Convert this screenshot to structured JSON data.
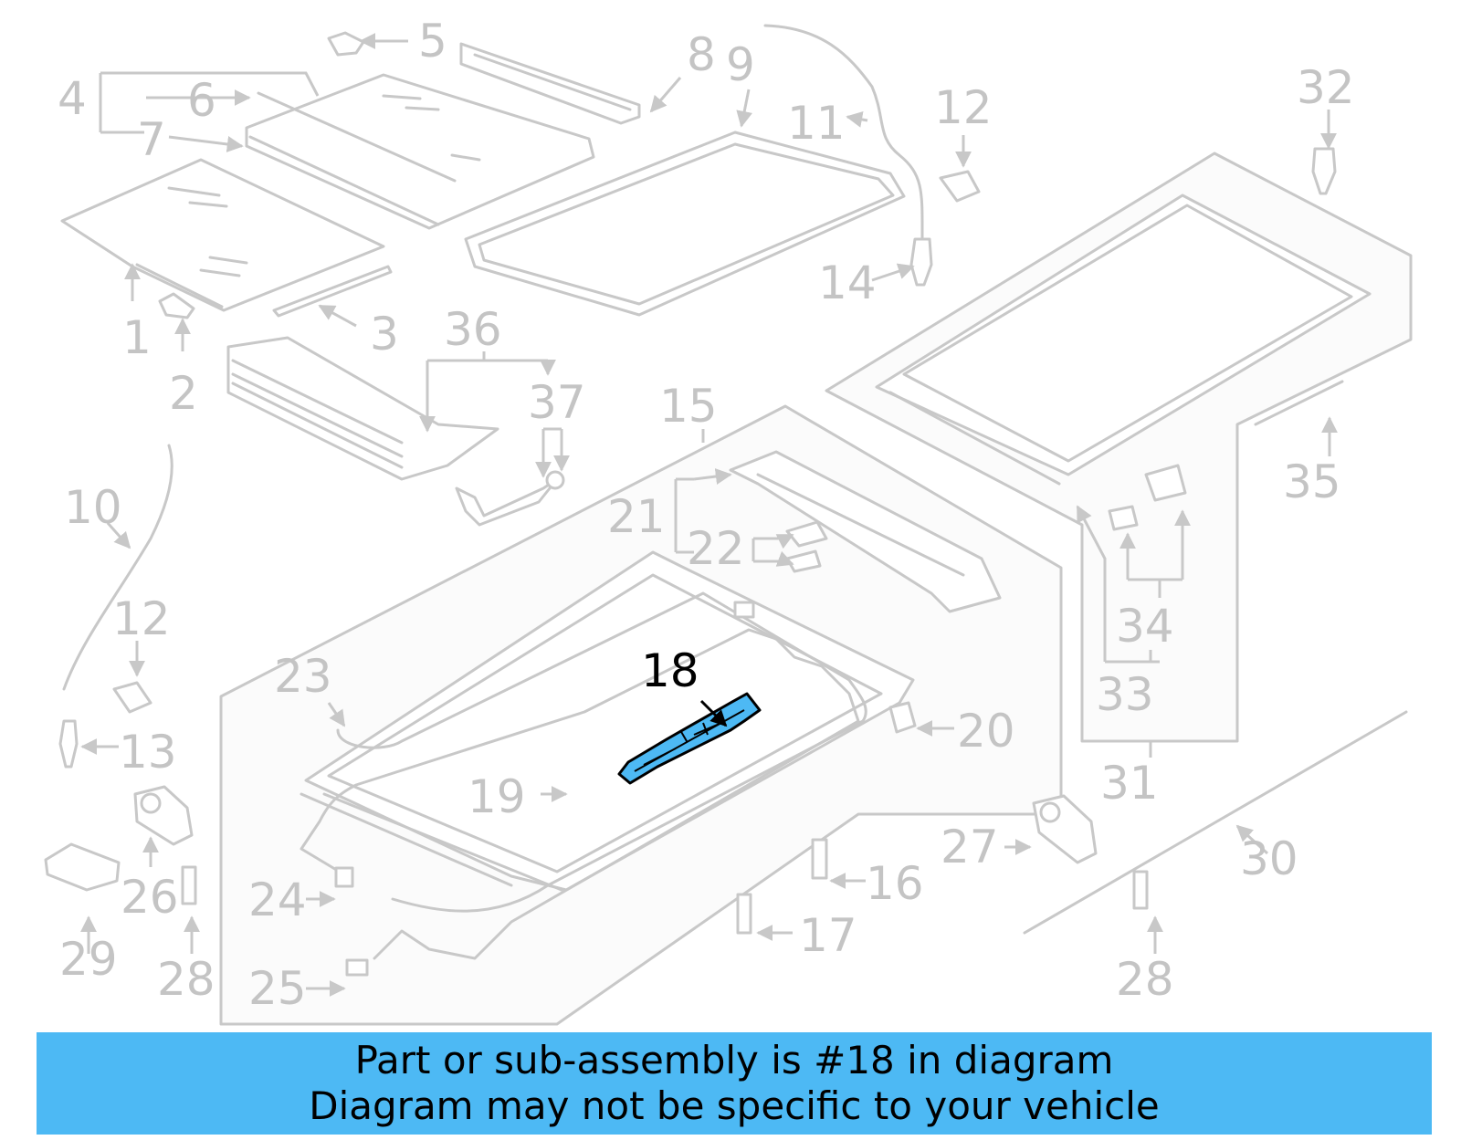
{
  "diagram": {
    "highlighted_part": "18",
    "callouts": [
      "1",
      "2",
      "3",
      "4",
      "5",
      "6",
      "7",
      "8",
      "9",
      "10",
      "11",
      "12",
      "12",
      "13",
      "14",
      "15",
      "16",
      "17",
      "18",
      "19",
      "20",
      "21",
      "22",
      "23",
      "24",
      "25",
      "26",
      "27",
      "28",
      "28",
      "29",
      "30",
      "31",
      "32",
      "33",
      "34",
      "35",
      "36",
      "37"
    ],
    "colors": {
      "highlight": "#4db9f4",
      "line_art": "#c8c8c8",
      "label": "#c4c4c4"
    }
  },
  "banner": {
    "line1": "Part or sub-assembly is #18 in diagram",
    "line2": "Diagram may not be specific to your vehicle"
  }
}
